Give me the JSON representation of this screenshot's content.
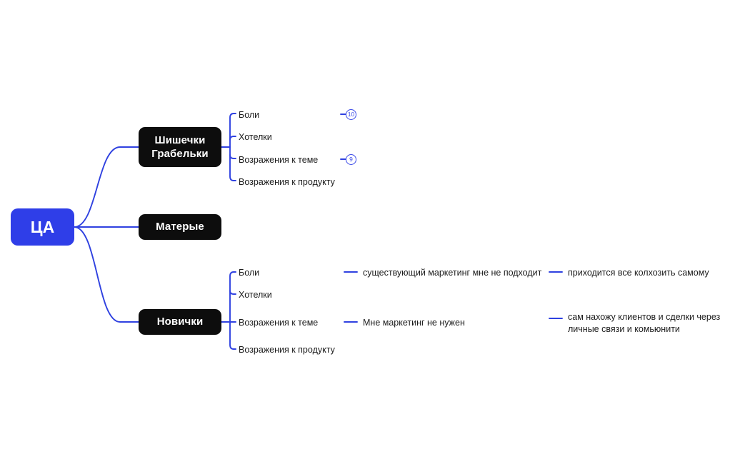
{
  "colors": {
    "root_fill": "#2f3ee8",
    "branch_fill": "#0d0d0d",
    "wire": "#2f41e0",
    "badge": "#3b4ae8",
    "text": "#1b1b1b",
    "background": "#ffffff"
  },
  "root": {
    "label": "ЦА"
  },
  "branches": [
    {
      "label": "Шишечки\nГрабельки",
      "label_line1": "Шишечки",
      "label_line2": "Грабельки",
      "children": [
        {
          "label": "Боли",
          "badge": "10"
        },
        {
          "label": "Хотелки",
          "badge": null
        },
        {
          "label": "Возражения к теме",
          "badge": "9"
        },
        {
          "label": "Возражения к продукту",
          "badge": null
        }
      ]
    },
    {
      "label": "Матерые",
      "children": []
    },
    {
      "label": "Новички",
      "children": [
        {
          "label": "Боли",
          "badge": null,
          "detail": "существующий маркетинг мне не подходит",
          "subdetail": "приходится все колхозить самому"
        },
        {
          "label": "Хотелки",
          "badge": null
        },
        {
          "label": "Возражения к теме",
          "badge": null,
          "detail": "Мне маркетинг не нужен",
          "subdetail": "сам нахожу клиентов и сделки через личные связи и комьюнити"
        },
        {
          "label": "Возражения к продукту",
          "badge": null
        }
      ]
    }
  ]
}
